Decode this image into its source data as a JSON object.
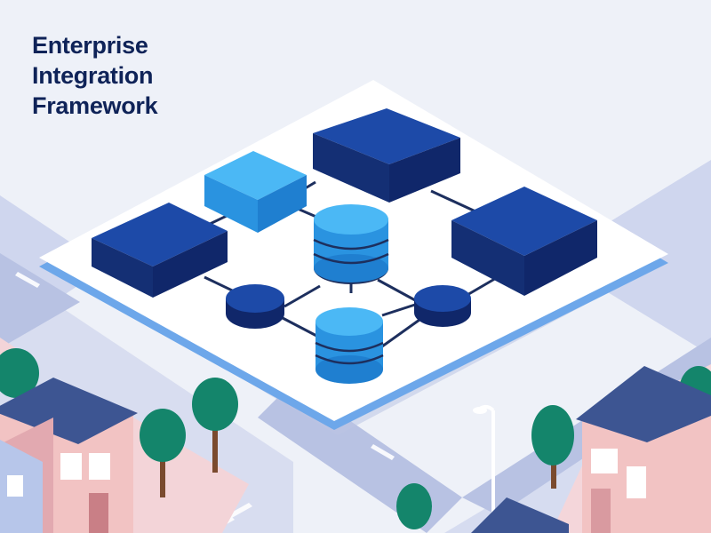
{
  "headline": {
    "line1": "Enterprise",
    "line2": "Integration",
    "line3": "Framework"
  },
  "palette": {
    "background": "#eef1f8",
    "navy": "#173b93",
    "sky": "#27a0ef",
    "title": "#0f2358",
    "platform": "#ffffff",
    "connector": "#1d2f5e"
  }
}
